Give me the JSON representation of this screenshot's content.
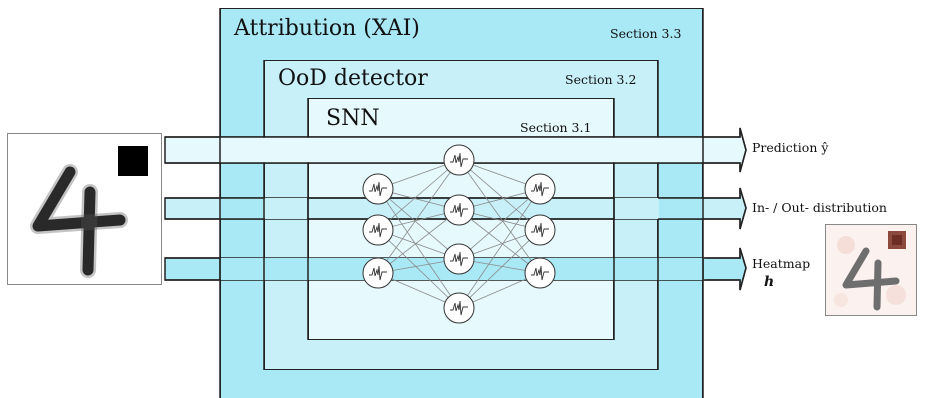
{
  "diagram": {
    "xai": {
      "title": "Attribution (XAI)",
      "section": "Section 3.3"
    },
    "ood": {
      "title": "OoD detector",
      "section": "Section 3.2"
    },
    "snn": {
      "title": "SNN",
      "section": "Section 3.1"
    },
    "outputs": {
      "prediction": "Prediction ŷ",
      "distribution": "In- / Out- distribution",
      "heatmap": "Heatmap",
      "heatmap_symbol": "h"
    },
    "network": {
      "layers": [
        3,
        4,
        3
      ],
      "node_icon": "spike-waveform-icon"
    },
    "colors": {
      "xai": "#a9e8f5",
      "ood": "#c8f0f9",
      "snn": "#e6f9fd",
      "arrow": "#e6f9fd"
    }
  }
}
